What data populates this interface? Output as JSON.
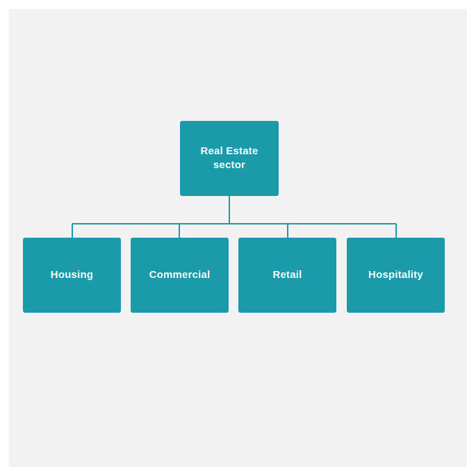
{
  "diagram": {
    "type": "organizational-hierarchy",
    "orientation": "top-down",
    "levels": 2,
    "colors": {
      "node_fill": "#1b9aaa",
      "node_text": "#ffffff",
      "connector": "#1b9aaa",
      "canvas_background": "#f2f2f2",
      "page_background": "#ffffff"
    },
    "root": {
      "id": "real-estate-sector",
      "label": "Real Estate\nsector",
      "line1": "Real Estate",
      "line2": "sector"
    },
    "children": [
      {
        "id": "housing",
        "label": "Housing"
      },
      {
        "id": "commercial",
        "label": "Commercial"
      },
      {
        "id": "retail",
        "label": "Retail"
      },
      {
        "id": "hospitality",
        "label": "Hospitality"
      }
    ]
  }
}
